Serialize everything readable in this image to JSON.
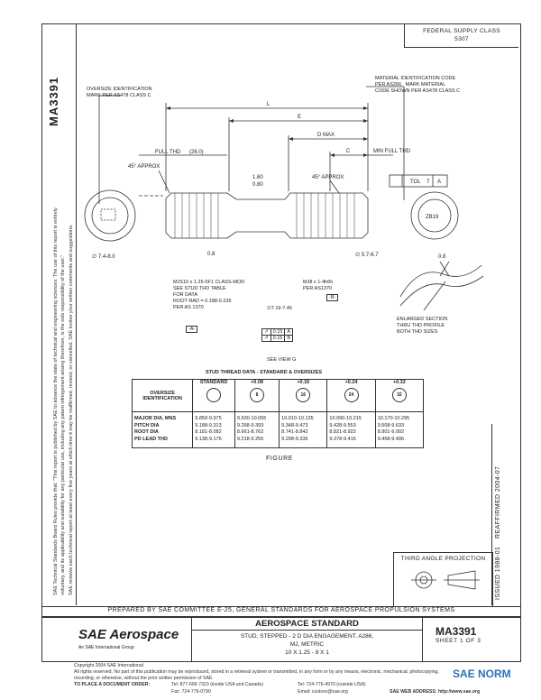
{
  "doc": {
    "number": "MA3391",
    "federal_supply_class_line1": "FEDERAL SUPPLY CLASS",
    "federal_supply_class_line2": "5307",
    "reaffirmed": "REAFFIRMED 2004-07",
    "issued": "ISSUED 1988-01",
    "figure_label": "FIGURE",
    "third_angle": "THIRD ANGLE PROJECTION"
  },
  "drawing": {
    "oversize_id": "OVERSIZE IDENTIFICATION\nMARK PER AS478 CLASS C",
    "material_id": "MATERIAL IDENTIFICATION CODE\nPER AS266.  MARK MATERIAL\nCODE SHOWN PER AS478 CLASS C",
    "dim_L": "L",
    "dim_E": "E",
    "dim_D": "D MAX",
    "dim_C": "C",
    "full_thd": "FULL THD",
    "dim_26": "(26.0)",
    "min_full_thd": "MIN FULL THD",
    "approx_45_left": "45° APPROX",
    "approx_45_right": "45° APPROX",
    "r_160": "1.60",
    "r_080": "0.80",
    "tol_sym": "TOL",
    "tol_val": "7",
    "tol_ref": "A",
    "dia_74": "∅ 7.4-8.0",
    "dia_57": "∅ 5.7-6.7",
    "r_08": "0.8",
    "thread_left": "MJS10 x 1.25-5F1 CLASS-MOD\nSEE STUD THD TABLE\nFOR DATA\nROOT RAD = 0.188-0.226\nPER AS 1370",
    "datum_a": "-A-",
    "thread_right": "MJ8 x 1-4h6h\nPER AS1370",
    "datum_b": "-B-",
    "dia_719": "∅7.19-7.45",
    "tol1": "0.15",
    "tol1_ref": "A",
    "tol2": "0.15",
    "tol2_ref": "B",
    "see_view": "SEE VIEW G",
    "enlarged": "ENLARGED SECTION\nTHRU THD PROFILE\nBOTH THD SIZES",
    "r_08b": "0.8",
    "end_mark": "ZB19"
  },
  "thread_table": {
    "title": "STUD THREAD DATA - STANDARD & OVERSIZES",
    "header_first": "OVERSIZE\nIDENTIFICATION",
    "columns": [
      "STANDARD",
      "+0.08",
      "+0.16",
      "+0.24",
      "+0.32"
    ],
    "symbols": [
      "",
      "8",
      "16",
      "24",
      "32"
    ],
    "row_labels": [
      "MAJOR DIA, MNS",
      "PITCH DIA",
      "ROOT DIA",
      "PD LEAD THD"
    ],
    "rows": [
      [
        "9.850-9.975\n9.188-9.313\n8.181-8.082\n9.138-9.176"
      ],
      [
        "9.930-10.055\n9.268-9.393\n8.661-8.762\n9.218-9.256"
      ],
      [
        "10.010-10.135\n9.348-9.473\n8.741-8.842\n9.298-9.336"
      ],
      [
        "10.090-10.215\n9.428-9.553\n8.821-8.922\n9.378-9.416"
      ],
      [
        "10.170-10.295\n9.508-9.633\n8.901-9.002\n9.458-9.496"
      ]
    ]
  },
  "committee": "PREPARED BY SAE COMMITTEE E-25, GENERAL STANDARDS FOR AEROSPACE PROPULSION SYSTEMS",
  "title_block": {
    "logo": "SAE Aerospace",
    "logo_sub": "An SAE International Group",
    "std_heading": "AEROSPACE STANDARD",
    "desc1": "STUD, STEPPED - 2 D DIA ENGAGEMENT, A286,",
    "desc2": "MJ, METRIC",
    "desc3": "10 X 1.25 - 8 X 1",
    "num": "MA3391",
    "sheet": "SHEET 1 OF 3"
  },
  "side_text": {
    "line1": "SAE Technical Standards Board Rules provide that: \"This report is published by SAE to advance the state of technical and engineering sciences. The use of this report is entirely",
    "line2": "voluntary, and its applicability and suitability for any particular use, including any patent infringement arising therefrom, is the sole responsibility of the user.\"",
    "line3": "SAE reviews each technical report at least every five years at which time it may be reaffirmed, revised, or cancelled. SAE invites your written comments and suggestions."
  },
  "footer": {
    "copyright": "Copyright 2004 SAE International",
    "rights": "All rights reserved.  No part of this publication may be reproduced, stored in a retrieval system or transmitted, in any form or by any means, electronic, mechanical, photocopying,",
    "rights2": "recording, or otherwise, without the prior written permission of SAE.",
    "order": "TO PLACE A DOCUMENT ORDER:",
    "tel1": "Tel:  877-606-7323 (inside USA and Canada)",
    "tel2": "Tel:  724-776-4970 (outside USA)",
    "fax": "Fax:  724-776-0790",
    "email": "Email:  custsvc@sae.org",
    "web": "SAE WEB ADDRESS:  http://www.sae.org"
  },
  "watermark": "SAE NORM"
}
